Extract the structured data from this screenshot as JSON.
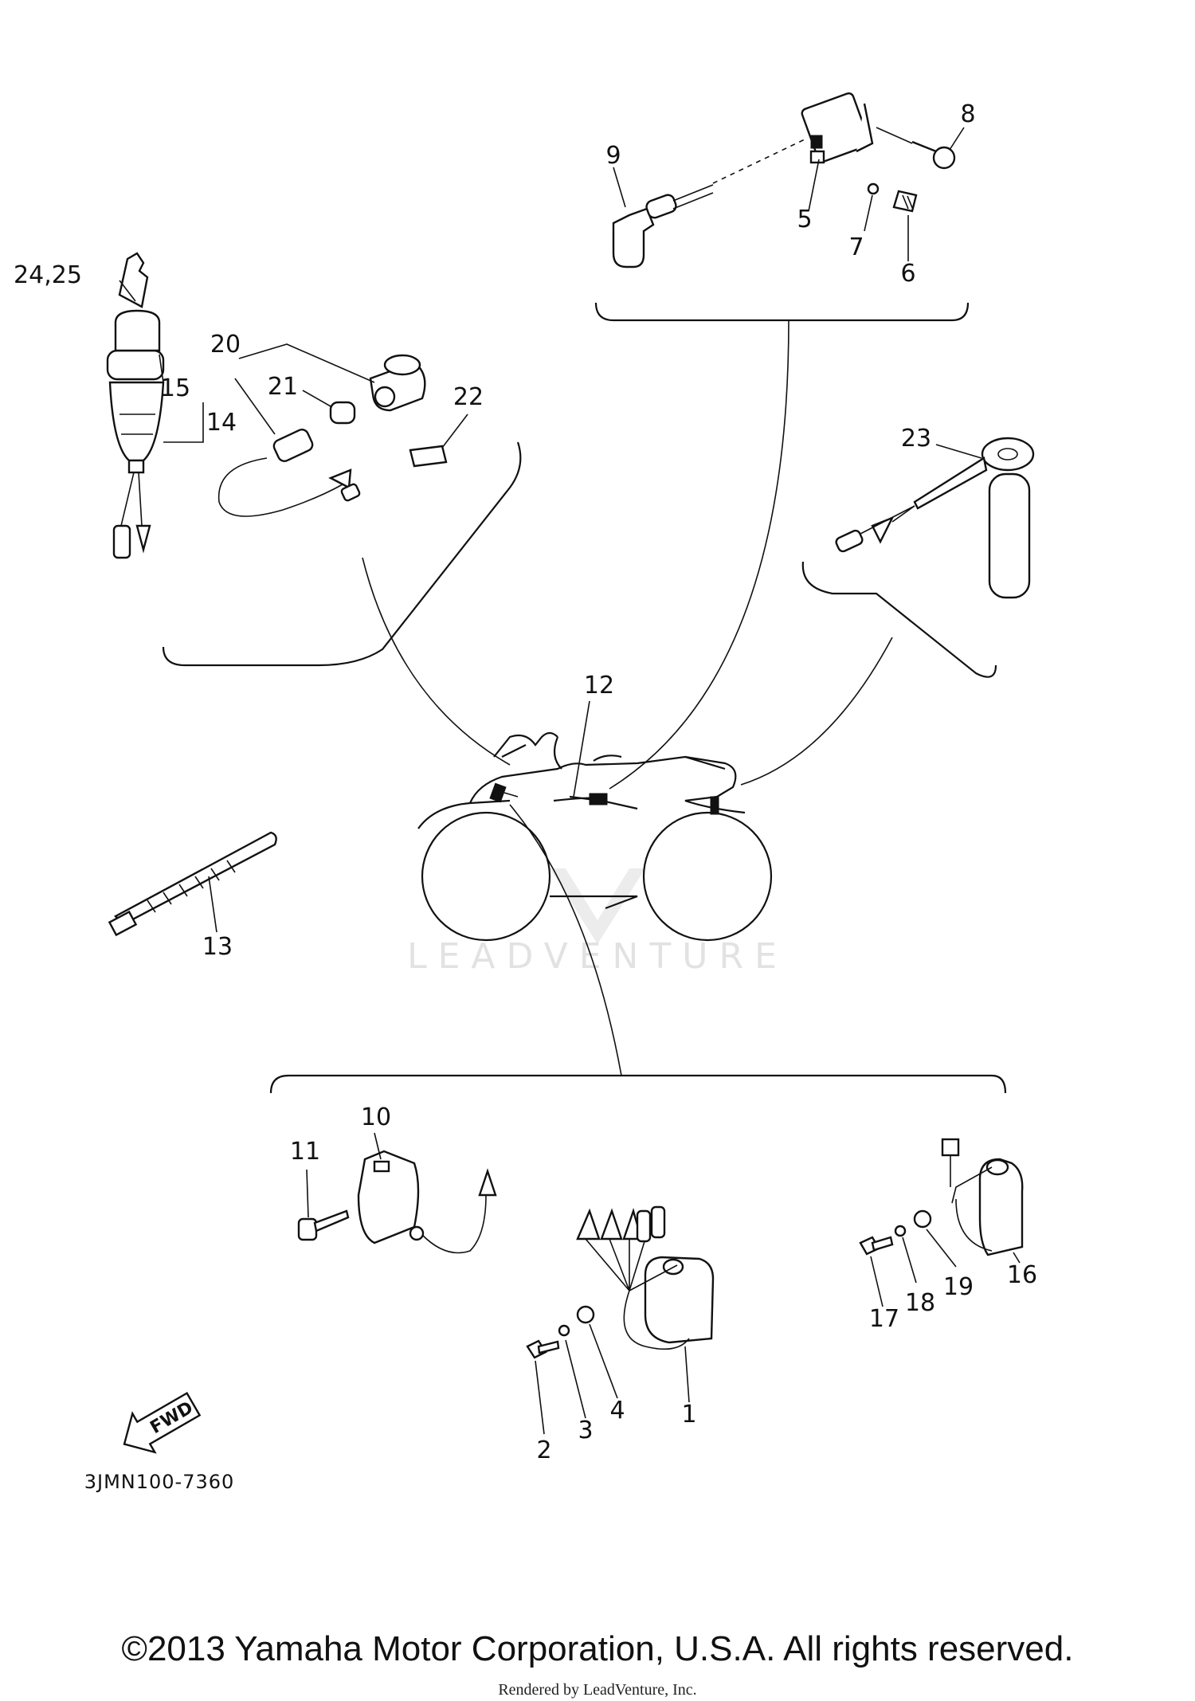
{
  "diagram_code": "3JMN100-7360",
  "watermark": "LEADVENTURE",
  "fwd_label": "FWD",
  "copyright": "©2013 Yamaha Motor Corporation, U.S.A. All rights reserved.",
  "rendered_by": "Rendered by LeadVenture, Inc.",
  "callouts": {
    "p1": "1",
    "p2": "2",
    "p3": "3",
    "p4": "4",
    "p5": "5",
    "p6": "6",
    "p7": "7",
    "p8": "8",
    "p9": "9",
    "p10": "10",
    "p11": "11",
    "p12": "12",
    "p13": "13",
    "p14": "14",
    "p15": "15",
    "p16": "16",
    "p17": "17",
    "p18": "18",
    "p19": "19",
    "p20": "20",
    "p21": "21",
    "p22": "22",
    "p23": "23",
    "p24_25": "24,25"
  }
}
